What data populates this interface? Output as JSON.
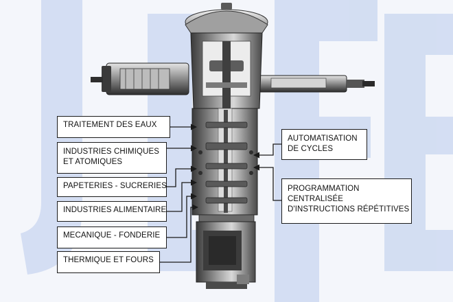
{
  "diagram": {
    "watermark_text": "JEFE",
    "colors": {
      "watermark": "#c9d6f0",
      "background": "#f4f6fb",
      "machine_dark": "#2b2b2b",
      "machine_mid": "#6e6e6e",
      "machine_light": "#c8c8c8",
      "leader_line": "#1a1a1a",
      "box_border": "#1a1a1a"
    },
    "labels": [
      {
        "lines": [
          "TRAITEMENT DES EAUX"
        ]
      },
      {
        "lines": [
          "INDUSTRIES CHIMIQUES",
          "ET ATOMIQUES"
        ]
      },
      {
        "lines": [
          "PAPETERIES - SUCRERIES"
        ]
      },
      {
        "lines": [
          "INDUSTRIES ALIMENTAIRES"
        ]
      },
      {
        "lines": [
          "MECANIQUE - FONDERIE"
        ]
      },
      {
        "lines": [
          "THERMIQUE ET FOURS"
        ]
      },
      {
        "lines": [
          "AUTOMATISATION",
          "DE CYCLES"
        ]
      },
      {
        "lines": [
          "PROGRAMMATION",
          "CENTRALISÉE",
          "D'INSTRUCTIONS RÉPÉTITIVES"
        ]
      }
    ]
  }
}
